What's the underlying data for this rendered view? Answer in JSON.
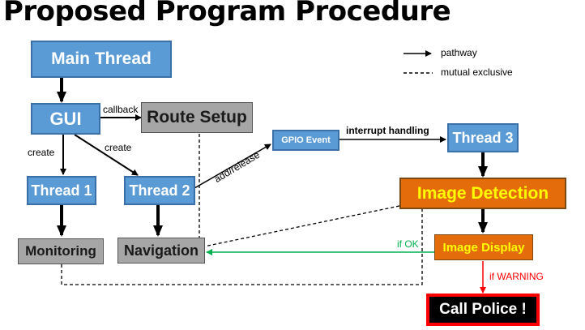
{
  "title": "Proposed Program Procedure",
  "legend": {
    "pathway": "pathway",
    "mutual": "mutual exclusive"
  },
  "nodes": {
    "main_thread": "Main Thread",
    "gui": "GUI",
    "route_setup": "Route Setup",
    "thread1": "Thread 1",
    "thread2": "Thread 2",
    "thread3": "Thread 3",
    "monitoring": "Monitoring",
    "navigation": "Navigation",
    "gpio_event": "GPIO Event",
    "image_detection": "Image Detection",
    "image_display": "Image Display",
    "call_police": "Call Police !"
  },
  "edge_labels": {
    "callback": "callback",
    "create_left": "create",
    "create_right": "create",
    "add_release": "add/release",
    "interrupt": "interrupt handling",
    "if_ok": "if OK",
    "if_warning": "if WARNING"
  },
  "colors": {
    "blue_box": "#5b9bd5",
    "gray_box": "#a6a6a6",
    "orange_box": "#e46c0a",
    "alert_border": "#ff0000",
    "ok_arrow": "#00b050",
    "warning_arrow": "#ff0000"
  }
}
